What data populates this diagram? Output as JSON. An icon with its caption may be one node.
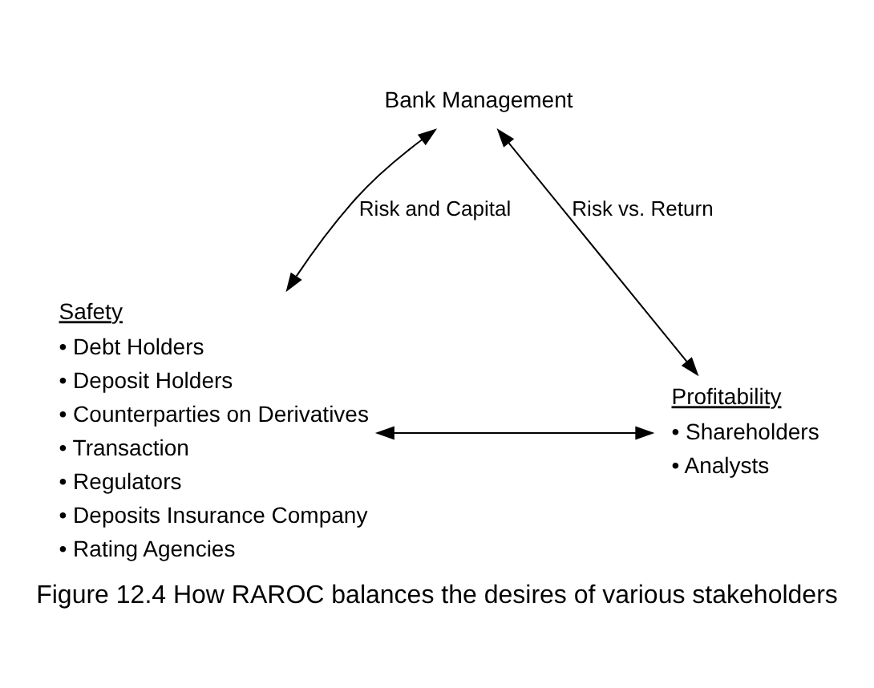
{
  "diagram": {
    "caption": "Figure 12.4 How RAROC balances the desires of various stakeholders",
    "nodes": [
      {
        "text": [
          "Bank Management"
        ]
      },
      {
        "text": [
          "Safety"
        ],
        "beside": [
          "• Debt Holders",
          "• Deposit Holders",
          "• Counterparties on Derivatives",
          "• Transaction",
          "• Regulators",
          "• Deposits Insurance Company",
          "• Rating Agencies"
        ]
      },
      {
        "text": [
          "Profitability"
        ],
        "beside": [
          "• Shareholders",
          "• Analysts"
        ]
      }
    ],
    "edges": [
      {
        "from": 0,
        "to": 1,
        "arrow": "both",
        "label": "Risk and Capital"
      },
      {
        "from": 0,
        "to": 2,
        "arrow": "both",
        "label": "Risk vs. Return"
      },
      {
        "from": 1,
        "to": 2,
        "arrow": "both"
      }
    ]
  }
}
